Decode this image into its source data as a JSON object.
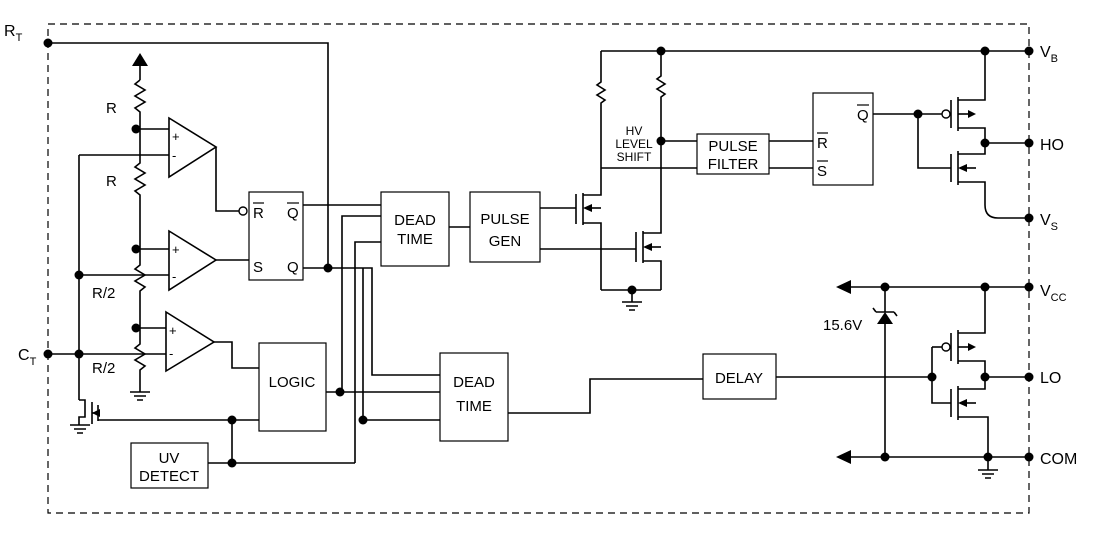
{
  "pins": {
    "rt": {
      "main": "R",
      "sub": "T"
    },
    "ct": {
      "main": "C",
      "sub": "T"
    },
    "vb": {
      "main": "V",
      "sub": "B"
    },
    "ho": "HO",
    "vs": {
      "main": "V",
      "sub": "S"
    },
    "vcc": {
      "main": "V",
      "sub": "CC"
    },
    "lo": "LO",
    "com": "COM"
  },
  "resistors": {
    "r_top": "R",
    "r_mid": "R",
    "r_half_1": "R/2",
    "r_half_2": "R/2"
  },
  "latch": {
    "r": "R",
    "q_bar": "Q",
    "s": "S",
    "q": "Q"
  },
  "latch2": {
    "q_bar": "Q",
    "r": "R",
    "s": "S"
  },
  "comparator_signs": {
    "plus": "+",
    "minus": "-"
  },
  "blocks": {
    "dead_time_1": [
      "DEAD",
      "TIME"
    ],
    "dead_time_2": [
      "DEAD",
      "TIME"
    ],
    "pulse_gen": [
      "PULSE",
      "GEN"
    ],
    "pulse_filter": [
      "PULSE",
      "FILTER"
    ],
    "logic": "LOGIC",
    "uv_detect": [
      "UV",
      "DETECT"
    ],
    "delay": "DELAY"
  },
  "hv_level_shift": [
    "HV",
    "LEVEL",
    "SHIFT"
  ],
  "zener_voltage": "15.6V"
}
